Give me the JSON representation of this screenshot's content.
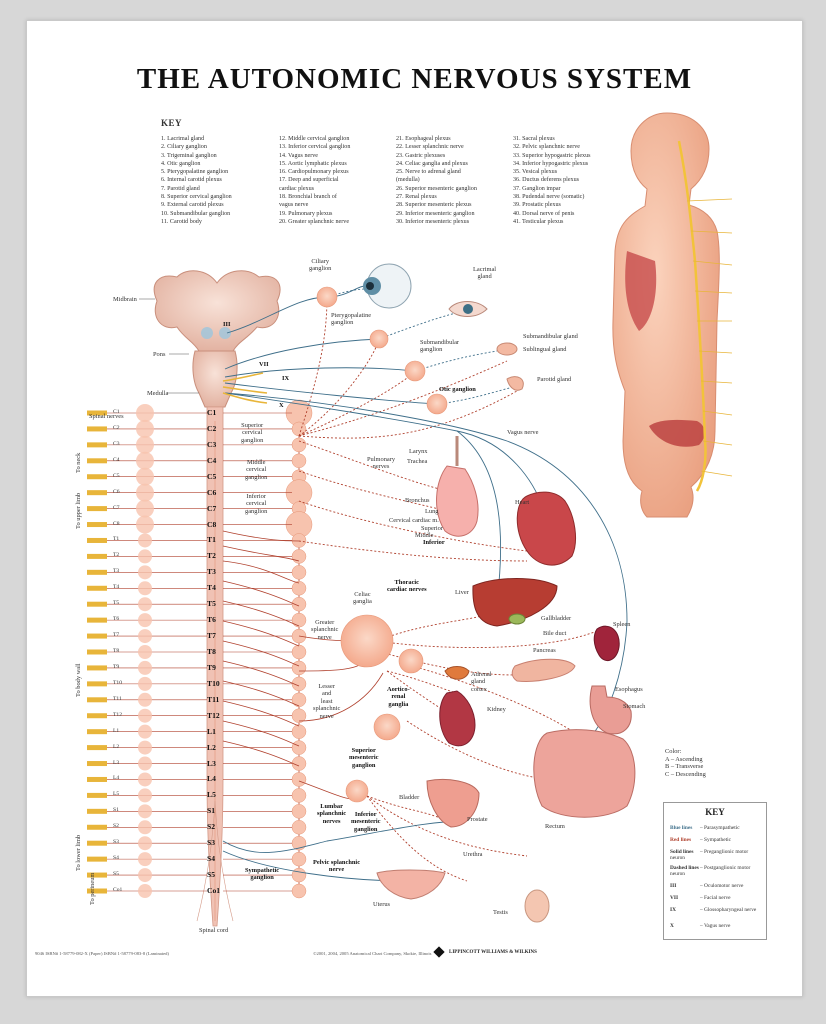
{
  "title": "THE AUTONOMIC NERVOUS SYSTEM",
  "key": {
    "heading": "KEY",
    "columns": [
      [
        "1. Lacrimal gland",
        "2. Ciliary ganglion",
        "3. Trigeminal ganglion",
        "4. Otic ganglion",
        "5. Pterygopalatine ganglion",
        "6. Internal carotid plexus",
        "7. Parotid gland",
        "8. Superior cervical ganglion",
        "9. External carotid plexus",
        "10. Submandibular ganglion",
        "11. Carotid body"
      ],
      [
        "12. Middle cervical ganglion",
        "13. Inferior cervical ganglion",
        "14. Vagus nerve",
        "15. Aortic lymphatic plexus",
        "16. Cardiopulmonary plexus",
        "17. Deep and superficial",
        "cardiac plexus",
        "18. Bronchial branch of",
        "vagus nerve",
        "19. Pulmonary plexus",
        "20. Greater splanchnic nerve"
      ],
      [
        "21. Esophageal plexus",
        "22. Lesser splanchnic nerve",
        "23. Gastric plexuses",
        "24. Celiac ganglia and plexus",
        "25. Nerve to adrenal gland",
        "(medulla)",
        "26. Superior mesenteric ganglion",
        "27. Renal plexus",
        "28. Superior mesenteric plexus",
        "29. Inferior mesenteric ganglion",
        "30. Inferior mesenteric plexus"
      ],
      [
        "31. Sacral plexus",
        "32. Pelvic splanchnic nerve",
        "33. Superior hypogastric plexus",
        "34. Inferior hypogastric plexus",
        "35. Vesical plexus",
        "36. Ductus deferens plexus",
        "37. Ganglion impar",
        "38. Pudendal nerve (somatic)",
        "39. Prostatic plexus",
        "40. Dorsal nerve of penis",
        "41. Testicular plexus"
      ]
    ]
  },
  "labels": {
    "midbrain": "Midbrain",
    "pons": "Pons",
    "medulla": "Medulla",
    "spinal_nerves": "Spinal nerves",
    "ciliary_ganglion": "Ciliary\nganglion",
    "lacrimal_gland": "Lacrimal\ngland",
    "pterygopalatine": "Pterygopalatine\nganglion",
    "submandibular_ganglion": "Submandibular\nganglion",
    "submandibular_gland": "Submandibular gland",
    "sublingual_gland": "Sublingual gland",
    "parotid_gland": "Parotid gland",
    "otic_ganglion": "Otic ganglion",
    "vagus_nerve": "Vagus nerve",
    "superior_cervical": "Superior\ncervical\nganglion",
    "middle_cervical": "Middle\ncervical\nganglion",
    "inferior_cervical": "Inferior\ncervical\nganglion",
    "larynx": "Larynx",
    "trachea": "Trachea",
    "pulmonary_nerves": "Pulmonary\nnerves",
    "bronchus": "Bronchus",
    "lung": "Lung",
    "cervical_cardiac": "Cervical cardiac m.",
    "superior": "Superior",
    "middle": "Middle",
    "inferior": "Inferior",
    "heart": "Heart",
    "thoracic_cardiac": "Thoracic\ncardiac nerves",
    "celiac_ganglia": "Celiac\nganglia",
    "greater_splanchnic": "Greater\nsplanchnic\nnerve",
    "liver": "Liver",
    "gallbladder": "Gallbladder",
    "bile_duct": "Bile duct",
    "spleen": "Spleen",
    "pancreas": "Pancreas",
    "adrenal": "Adrenal\ngland\ncortex",
    "kidney": "Kidney",
    "esophagus": "Esophagus",
    "stomach": "Stomach",
    "lesser_splanchnic": "Lesser\nand\nleast\nsplanchnic\nnerve",
    "aorticorenal": "Aortico-\nrenal\nganglia",
    "superior_mesenteric": "Superior\nmesenteric\nganglion",
    "bladder": "Bladder",
    "prostate": "Prostate",
    "urethra": "Urethra",
    "rectum": "Rectum",
    "lumbar_splanchnic": "Lumbar\nsplanchnic\nnerves",
    "inferior_mesenteric": "Inferior\nmesenteric\nganglion",
    "pelvic_splanchnic": "Pelvic splanchnic\nnerve",
    "sympathetic_ganglion": "Sympathetic\nganglion",
    "uterus": "Uterus",
    "testis": "Testis",
    "spinal_cord": "Spinal cord",
    "to_neck": "To neck",
    "to_upper_limb": "To upper limb",
    "to_body_wall": "To body wall",
    "to_lower_limb": "To lower limb",
    "to_perineum": "To perineum",
    "cn_iii": "III",
    "cn_vii": "VII",
    "cn_ix": "IX",
    "cn_x": "X"
  },
  "segments": [
    "C1",
    "C2",
    "C3",
    "C4",
    "C5",
    "C6",
    "C7",
    "C8",
    "T1",
    "T2",
    "T3",
    "T4",
    "T5",
    "T6",
    "T7",
    "T8",
    "T9",
    "T10",
    "T11",
    "T12",
    "L1",
    "L2",
    "L3",
    "L4",
    "L5",
    "S1",
    "S2",
    "S3",
    "S4",
    "S5",
    "Co1"
  ],
  "left_segments": [
    "C1",
    "C2",
    "C3",
    "C4",
    "C5",
    "C6",
    "C7",
    "C8",
    "T1",
    "T2",
    "T3",
    "T4",
    "T5",
    "T6",
    "T7",
    "T8",
    "T9",
    "T10",
    "T11",
    "T12",
    "L1",
    "L2",
    "L3",
    "L4",
    "L5",
    "S1",
    "S2",
    "S3",
    "S4",
    "S5",
    "Co1"
  ],
  "color_key": {
    "heading": "Color:",
    "items": [
      "A – Ascending",
      "B – Transverse",
      "C – Descending"
    ]
  },
  "legend": {
    "heading": "KEY",
    "rows": [
      {
        "k": "Blue lines",
        "v": "– Parasympathetic"
      },
      {
        "k": "Red lines",
        "v": "– Sympathetic"
      },
      {
        "k": "Solid lines",
        "v": "– Preganglionic motor neuron"
      },
      {
        "k": "Dashed lines",
        "v": "– Postganglionic motor neuron"
      },
      {
        "k": "III",
        "v": "– Oculomotor nerve"
      },
      {
        "k": "VII",
        "v": "– Facial nerve"
      },
      {
        "k": "IX",
        "v": "– Glossopharyngeal nerve"
      },
      {
        "k": "X",
        "v": "– Vagus nerve"
      }
    ]
  },
  "colors": {
    "sympathetic": "#b0412e",
    "parasympathetic": "#3f6f8a",
    "ganglion": "#f6b8a0",
    "organ": "#c9474a",
    "spinal_cord": "#f0c2b4"
  },
  "footer": {
    "left": "9046  ISBN# 1-58779-082-X (Paper)  ISBN# 1-58779-083-8 (Laminated)",
    "center": "©2001, 2004, 2005 Anatomical Chart Company, Skokie, Illinois",
    "publisher": "LIPPINCOTT WILLIAMS & WILKINS"
  }
}
